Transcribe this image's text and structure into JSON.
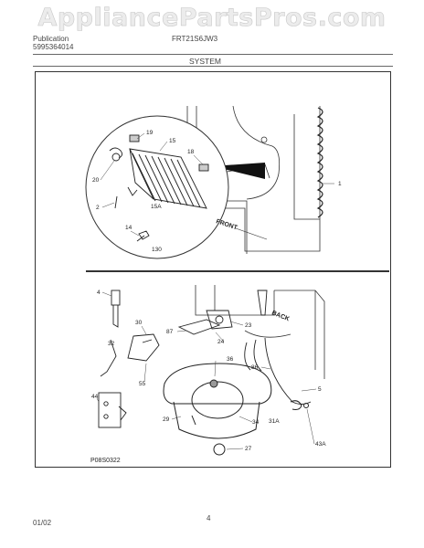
{
  "header": {
    "brand_left": "Publication",
    "pub_number": "5995364014",
    "model_mid": "FRT21S6JW3",
    "section_title": "SYSTEM"
  },
  "watermark": "AppliancePartsPros.com",
  "diagram": {
    "callouts_top": [
      "19",
      "15",
      "18",
      "20",
      "2",
      "15A",
      "14",
      "130",
      "1"
    ],
    "front_label": "FRONT",
    "callouts_bottom": [
      "4",
      "30",
      "87",
      "24",
      "23",
      "32",
      "36",
      "86",
      "55",
      "44",
      "29",
      "34",
      "31A",
      "5",
      "43A",
      "27"
    ],
    "back_label": "BACK",
    "figure_code": "P08S0322"
  },
  "footer": {
    "date": "01/02",
    "page": "4"
  }
}
